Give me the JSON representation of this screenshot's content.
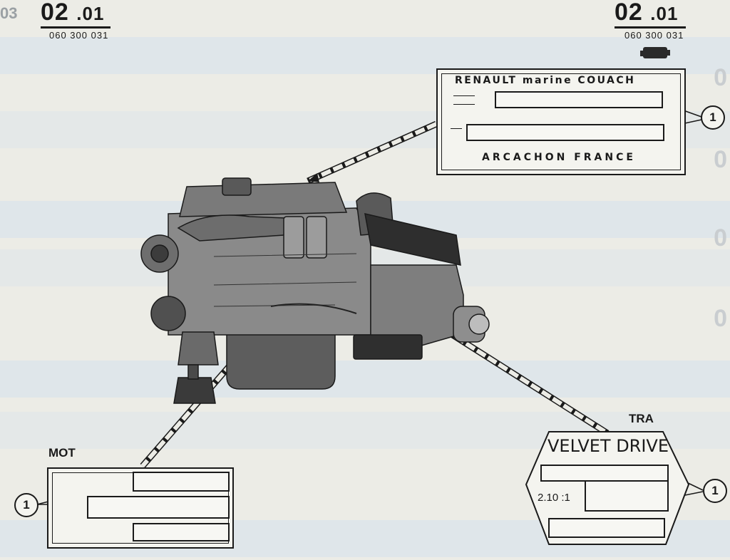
{
  "header": {
    "partial_left": "03",
    "left_code_main": "02",
    "left_code_sub": ".01",
    "left_number": "060 300 031",
    "right_code_main": "02",
    "right_code_sub": ".01",
    "right_number": "060 300 031"
  },
  "plates": {
    "couach": {
      "title": "RENAULT marine COUACH",
      "footer": "ARCACHON FRANCE",
      "callout": "1"
    },
    "mot": {
      "tag": "MOT",
      "callout": "1"
    },
    "tra": {
      "tag": "TRA",
      "title": "VELVET DRIVE",
      "ratio": "2.10 :1",
      "callout": "1"
    }
  },
  "illustration": {
    "subject": "marine diesel engine with gearbox",
    "icon": "engine-illustration"
  }
}
